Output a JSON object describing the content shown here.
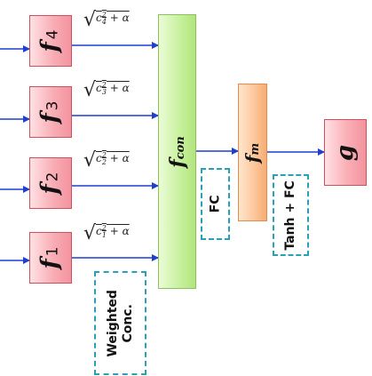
{
  "feature_blocks": [
    {
      "letter": "f",
      "subscript": "4",
      "weight": {
        "c": "c",
        "sub": "4",
        "sup": "2",
        "rest": "+ α"
      }
    },
    {
      "letter": "f",
      "subscript": "3",
      "weight": {
        "c": "c",
        "sub": "3",
        "sup": "2",
        "rest": "+ α"
      }
    },
    {
      "letter": "f",
      "subscript": "2",
      "weight": {
        "c": "c",
        "sub": "2",
        "sup": "2",
        "rest": "+ α"
      }
    },
    {
      "letter": "f",
      "subscript": "1",
      "weight": {
        "c": "c",
        "sub": "1",
        "sup": "2",
        "rest": "+ α"
      }
    }
  ],
  "fcon": {
    "letter": "f",
    "subscript": "con"
  },
  "fm": {
    "letter": "f",
    "subscript": "m"
  },
  "g": {
    "letter": "g"
  },
  "annotations": {
    "weighted_conc": [
      "Weighted",
      "Conc."
    ],
    "fc": "FC",
    "tanh_fc": "Tanh + FC"
  },
  "colors": {
    "arrow": "#1f3fd0",
    "dashed_border": "#2aa0b5",
    "red_block": "#f3939e",
    "green_block": "#c6f09a",
    "orange_block": "#fcc597"
  }
}
